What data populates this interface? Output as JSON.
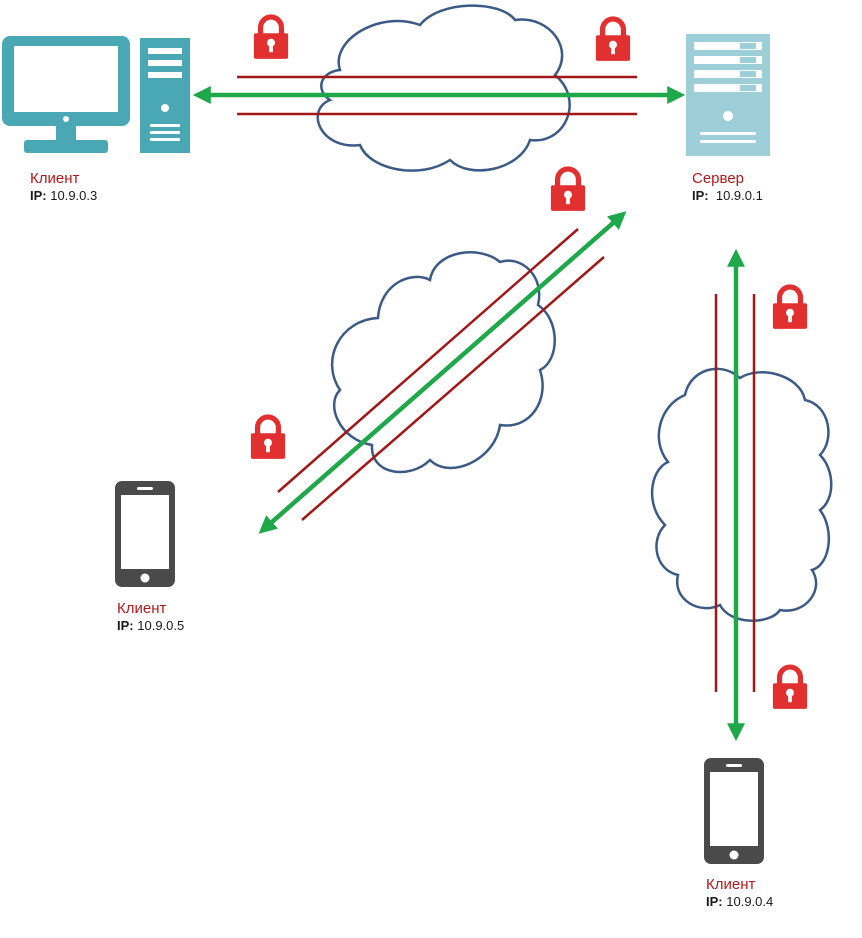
{
  "nodes": {
    "pc_client": {
      "name": "Клиент",
      "ip_prefix": "IP:",
      "ip": "10.9.0.3"
    },
    "server": {
      "name": "Сервер",
      "ip_prefix": "IP:",
      "ip": "10.9.0.1"
    },
    "phone_left": {
      "name": "Клиент",
      "ip_prefix": "IP:",
      "ip": "10.9.0.5"
    },
    "phone_bottom": {
      "name": "Клиент",
      "ip_prefix": "IP:",
      "ip": "10.9.0.4"
    }
  },
  "icons": {
    "lock": "lock-icon",
    "cloud": "cloud-icon",
    "computer": "desktop-computer-icon",
    "server": "server-icon",
    "phone": "smartphone-icon"
  },
  "colors": {
    "tunnel": "#a01818",
    "arrow": "#1fa84a",
    "lock": "#e23030",
    "cloud_stroke": "#3c5a86",
    "computer": "#4aa8b4",
    "server": "#9ecfd8",
    "phone": "#4a4a4a",
    "client_label": "#b01a1a"
  }
}
